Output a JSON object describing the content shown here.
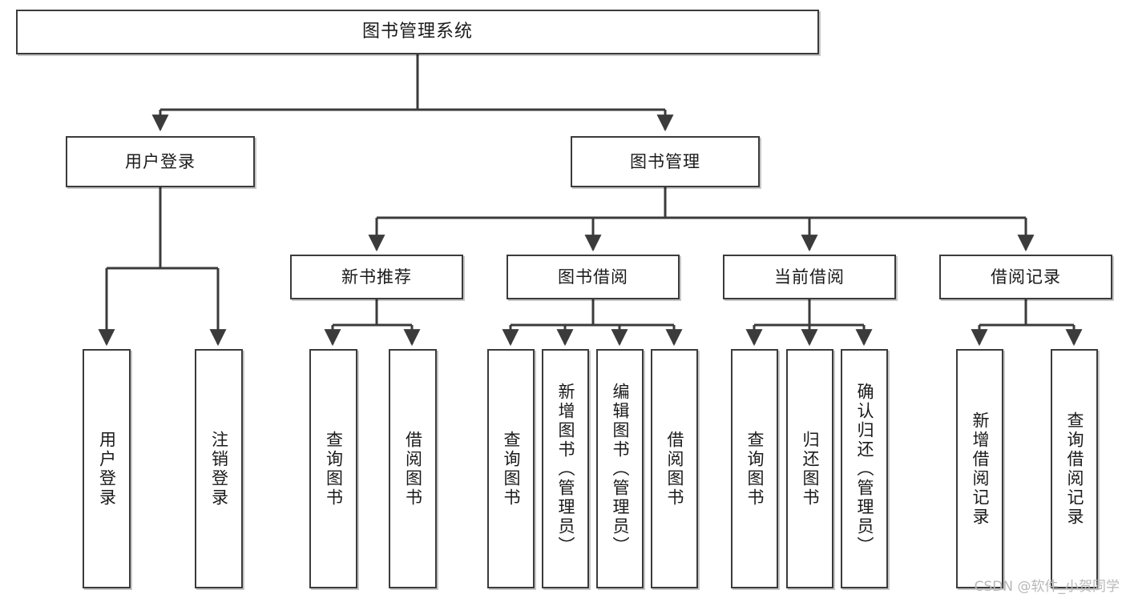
{
  "diagram": {
    "title": "图书管理系统",
    "type": "tree-hierarchy-diagram",
    "colors": {
      "box_border": "#3b3b3b",
      "box_fill": "#ffffff",
      "connector": "#3b3b3b",
      "text": "#1a1a1a",
      "watermark": "#b8b8b8"
    },
    "root": {
      "label": "图书管理系统"
    },
    "level2": [
      {
        "label": "用户登录"
      },
      {
        "label": "图书管理"
      }
    ],
    "level3": [
      {
        "label": "新书推荐"
      },
      {
        "label": "图书借阅"
      },
      {
        "label": "当前借阅"
      },
      {
        "label": "借阅记录"
      }
    ],
    "leaves": {
      "user_login": [
        {
          "label": "用户登录"
        },
        {
          "label": "注销登录"
        }
      ],
      "new_book_recommend": [
        {
          "label": "查询图书"
        },
        {
          "label": "借阅图书"
        }
      ],
      "book_borrow": [
        {
          "label": "查询图书"
        },
        {
          "label": "新增图书（管理员）"
        },
        {
          "label": "编辑图书（管理员）"
        },
        {
          "label": "借阅图书"
        }
      ],
      "current_borrow": [
        {
          "label": "查询图书"
        },
        {
          "label": "归还图书"
        },
        {
          "label": "确认归还（管理员）"
        }
      ],
      "borrow_record": [
        {
          "label": "新增借阅记录"
        },
        {
          "label": "查询借阅记录"
        }
      ]
    }
  },
  "watermark": {
    "text": "CSDN @软件_小贺同学"
  }
}
